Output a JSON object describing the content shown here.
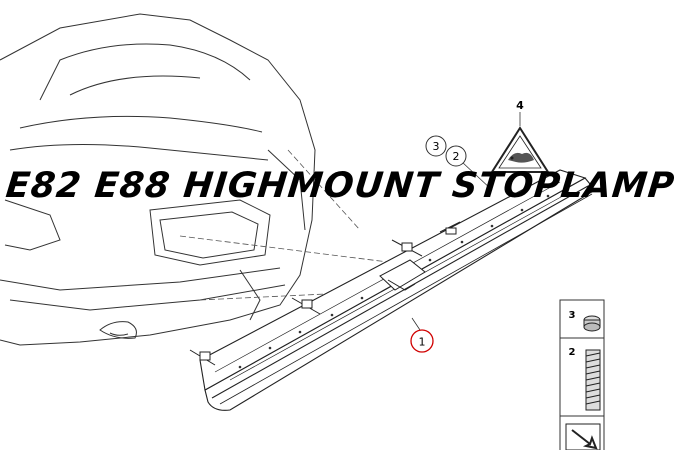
{
  "title": "E82 E88 HIGHMOUNT STOPLAMP",
  "callouts": {
    "c1": "1",
    "c2": "2",
    "c3": "3",
    "c4": "4"
  },
  "legend": {
    "item3": "3",
    "item2": "2"
  },
  "colors": {
    "highlight_circle": "#d00000",
    "line": "#222222"
  }
}
